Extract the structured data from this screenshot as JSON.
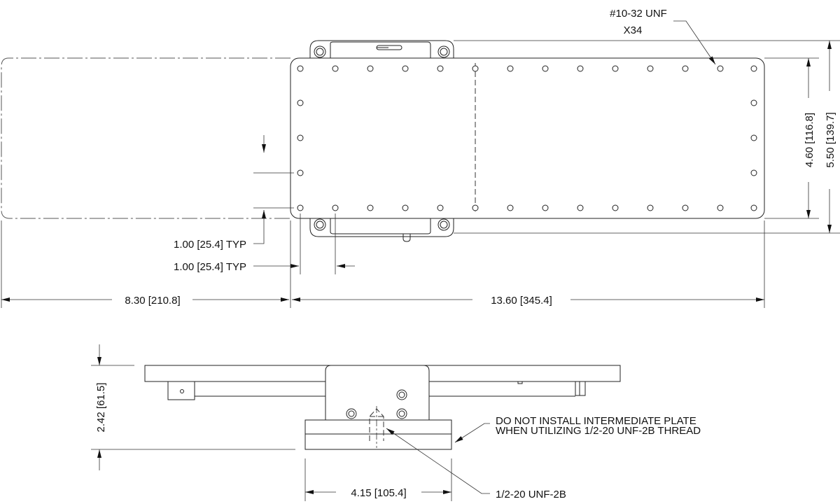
{
  "title_view": {
    "thread_callout": "#10-32 UNF",
    "thread_count": "X34",
    "dim_height_inner": "4.60 [116.8]",
    "dim_height_outer": "5.50 [139.7]",
    "dim_typ_vertical": "1.00 [25.4] TYP",
    "dim_typ_horizontal": "1.00 [25.4] TYP",
    "dim_left_length": "8.30 [210.8]",
    "dim_main_length": "13.60 [345.4]"
  },
  "side_view": {
    "dim_height": "2.42 [61.5]",
    "dim_base_width": "4.15 [105.4]",
    "note_line1": "DO NOT INSTALL INTERMEDIATE PLATE",
    "note_line2": "WHEN UTILIZING 1/2-20 UNF-2B THREAD",
    "thread_label": "1/2-20 UNF-2B"
  },
  "colors": {
    "line": "#222222",
    "background": "#ffffff"
  }
}
